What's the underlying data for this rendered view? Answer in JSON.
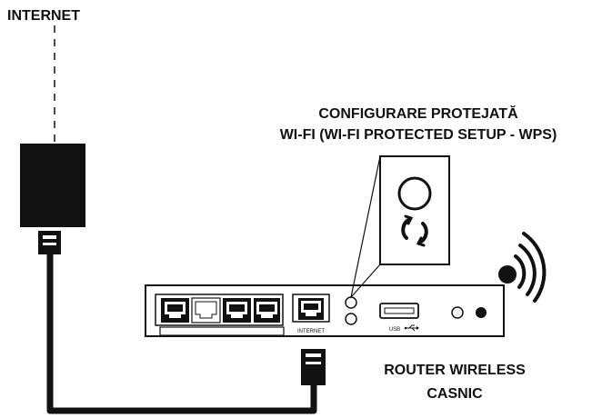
{
  "labels": {
    "internet": "INTERNET",
    "wps_line1": "CONFIGURARE PROTEJATĂ",
    "wps_line2": "WI-FI (WI-FI PROTECTED SETUP - WPS)",
    "router_line1": "ROUTER WIRELESS",
    "router_line2": "CASNIC",
    "router_port_internet": "INTERNET",
    "usb_port": "USB"
  },
  "colors": {
    "ink": "#111111",
    "background": "#ffffff"
  },
  "icons": [
    "wps-sync-icon",
    "wifi-signal-icon",
    "usb-symbol-icon"
  ]
}
